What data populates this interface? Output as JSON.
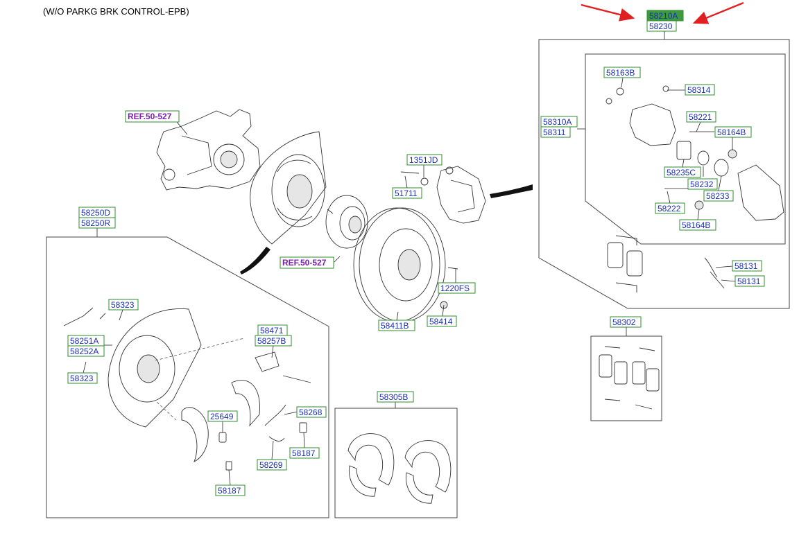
{
  "header": {
    "caption": "(W/O PARKG BRK CONTROL-EPB)"
  },
  "colors": {
    "label_text": "#1a2fb8",
    "ref_text": "#7a1fb0",
    "box_border": "#2e8b2e",
    "highlight": "#3d9a3d",
    "arrow": "#e02020"
  },
  "top": {
    "highlighted_part": "58210A",
    "part": "58230"
  },
  "refs": {
    "knuckle": "REF.50-527",
    "hub": "REF.50-527"
  },
  "left": {
    "group1": "58250D",
    "group2": "58250R",
    "screw_top": "58323",
    "plate1": "58251A",
    "plate2": "58252A",
    "screw_bottom": "58323",
    "lever1": "58471",
    "lever2": "58257B",
    "adjuster": "25649",
    "spring_upper": "58268",
    "spring_lower": "58269",
    "clip_right": "58187",
    "clip_bottom": "58187"
  },
  "center": {
    "bolt_top": "1351JD",
    "bolt": "51711",
    "bolt_disc": "1220FS",
    "disc": "58411B",
    "nut": "58414"
  },
  "shoe_kit": {
    "label": "58305B"
  },
  "caliper": {
    "carrier1": "58310A",
    "carrier2": "58311",
    "bolt_top": "58163B",
    "bleeder": "58314",
    "pin_upper": "58221",
    "boot_upper": "58164B",
    "piston": "58235C",
    "seal": "58232",
    "boot_seal": "58233",
    "pin_lower": "58222",
    "boot_lower": "58164B",
    "spring1": "58131",
    "spring2": "58131"
  },
  "pad_kit": {
    "label": "58302"
  }
}
